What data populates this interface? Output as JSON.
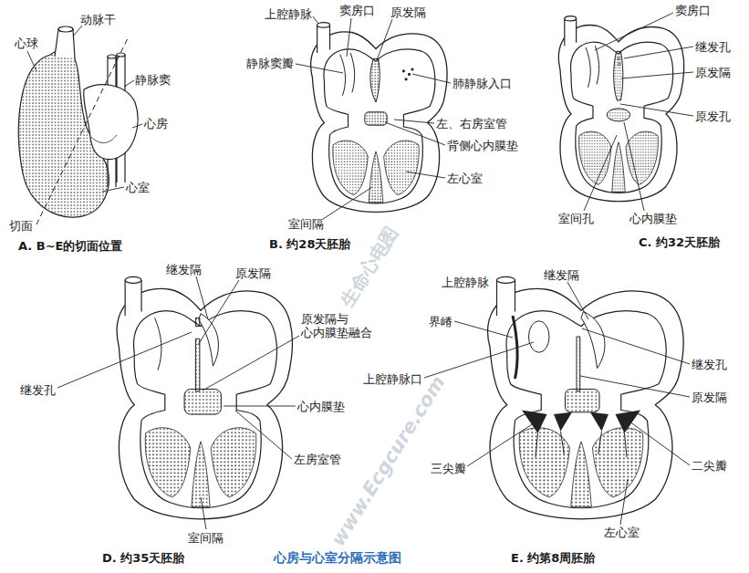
{
  "diagram": {
    "caption": "心房与心室分隔示意图",
    "labels": [
      "动脉干",
      "心球",
      "静脉窦",
      "心房",
      "心室",
      "切面",
      "A. B~E的切面位置",
      "上腔静脉",
      "窦房口",
      "原发隔",
      "静脉窦瓣",
      "肺静脉入口",
      "左、右房室管",
      "背侧心内膜垫",
      "左心室",
      "室间隔",
      "B. 约28天胚胎",
      "窦房口",
      "继发孔",
      "原发隔",
      "原发孔",
      "室间孔",
      "心内膜垫",
      "C. 约32天胚胎",
      "继发隔",
      "原发隔",
      "原发隔与 心内膜垫融合",
      "继发孔",
      "心内膜垫",
      "左房室管",
      "室间隔",
      "D. 约35天胚胎",
      "上腔静脉",
      "继发隔",
      "界嵴",
      "上腔静脉口",
      "继发孔",
      "原发隔",
      "三尖瓣",
      "二尖瓣",
      "左心室",
      "E. 约第8周胚胎",
      "生命心电图",
      "www.Ecgcure.com"
    ]
  }
}
